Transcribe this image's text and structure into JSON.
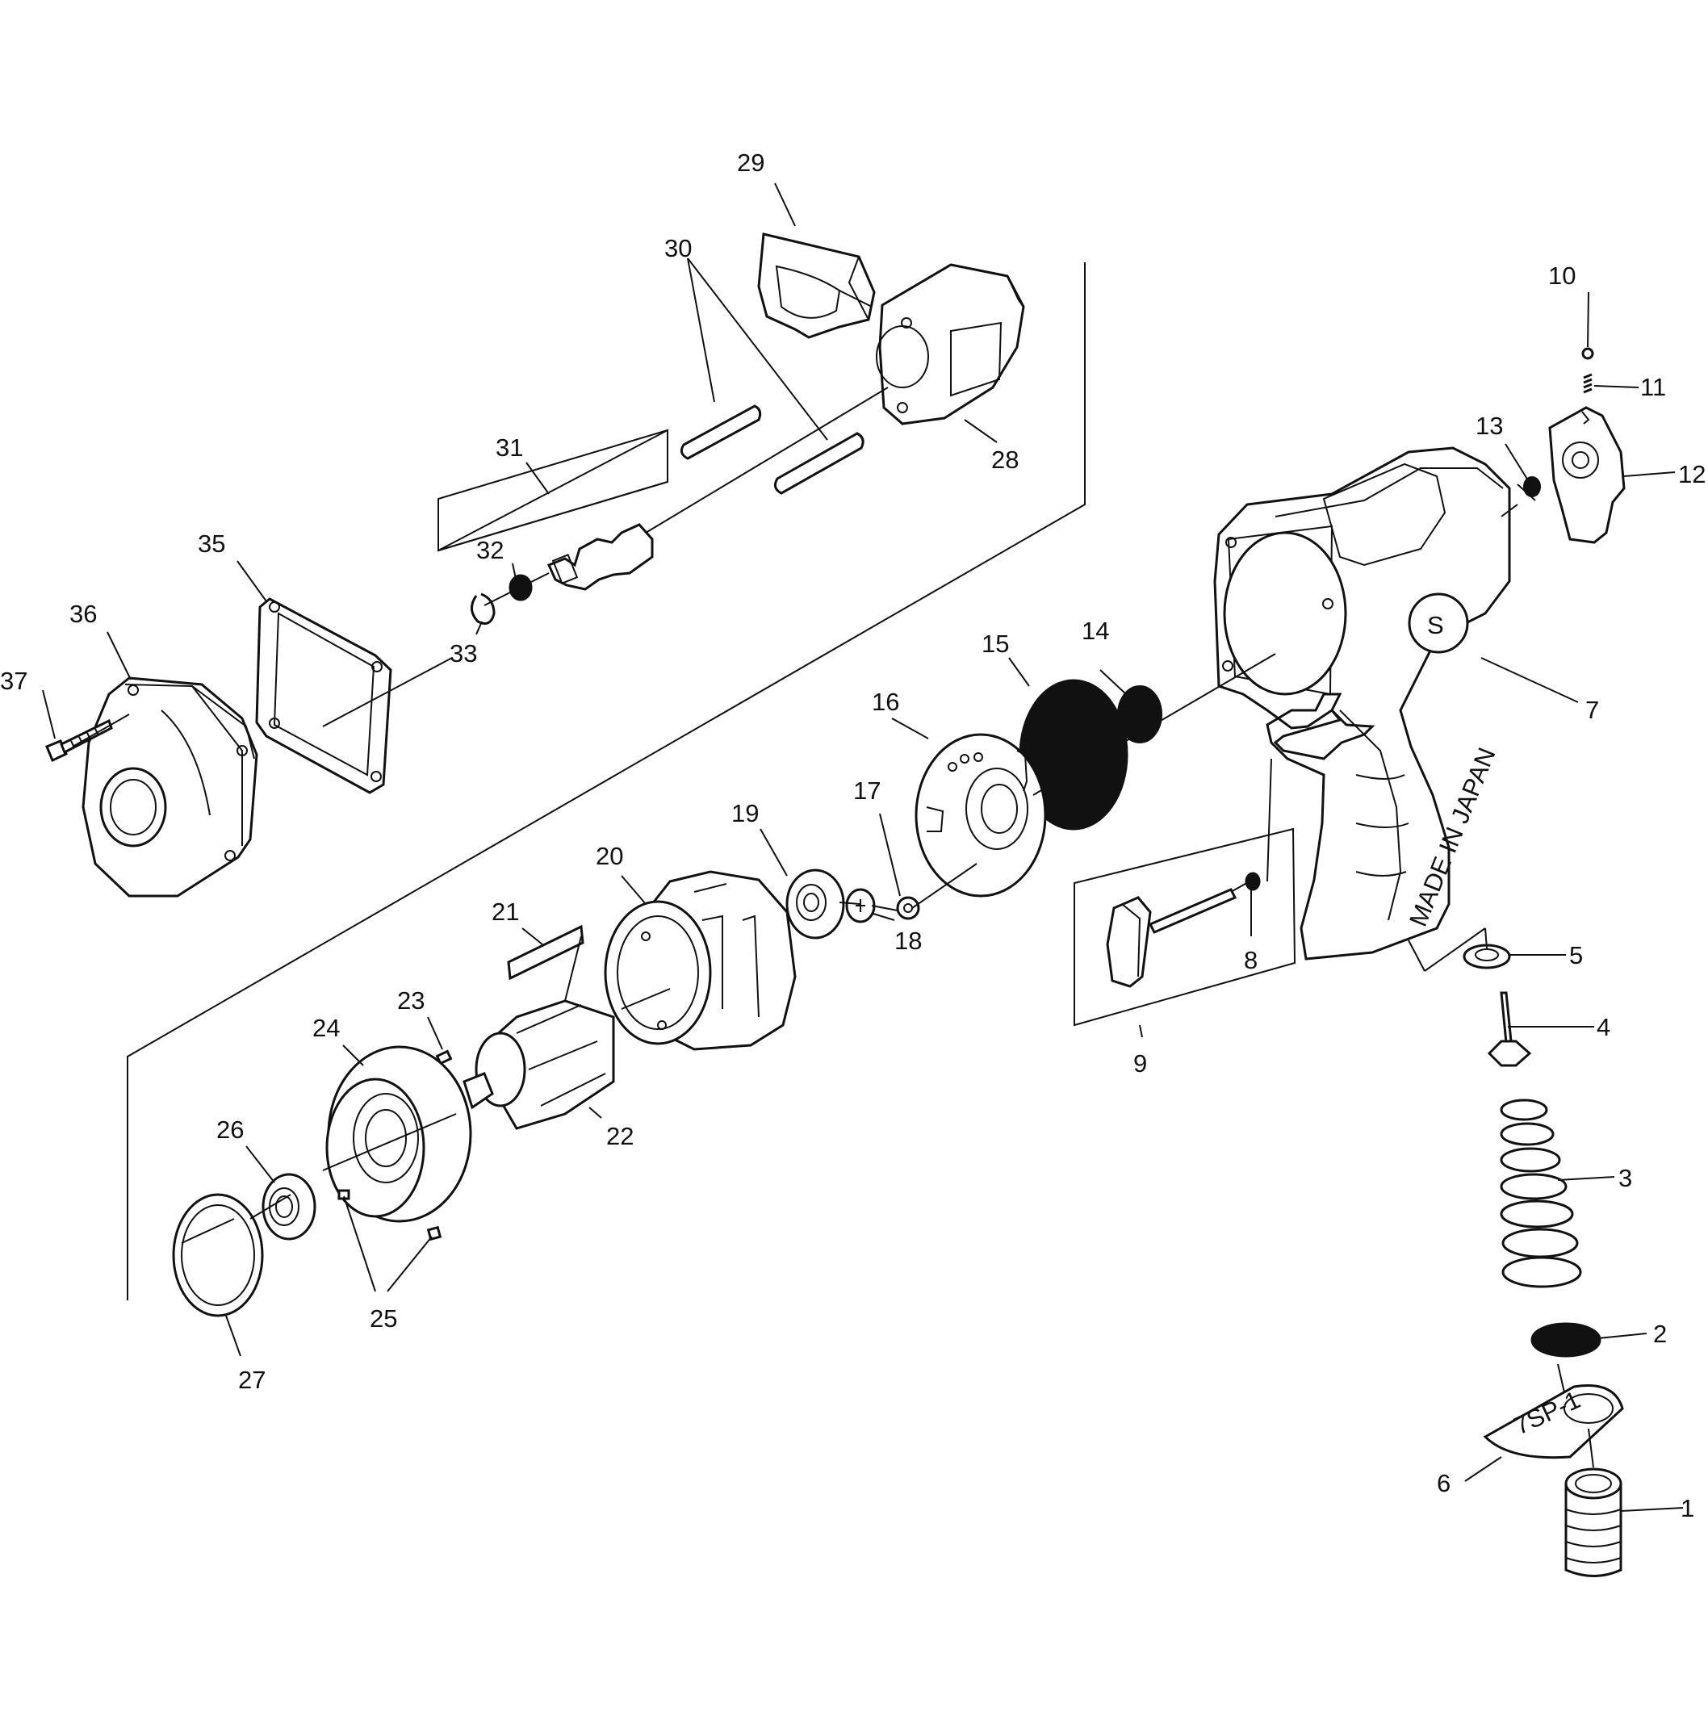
{
  "callouts": [
    "1",
    "2",
    "3",
    "4",
    "5",
    "6",
    "7",
    "8",
    "9",
    "10",
    "11",
    "12",
    "13",
    "14",
    "15",
    "16",
    "17",
    "18",
    "19",
    "20",
    "21",
    "22",
    "23",
    "24",
    "25",
    "26",
    "27",
    "28",
    "29",
    "30",
    "31",
    "32",
    "33",
    "35",
    "36",
    "37"
  ],
  "markings": {
    "handle_text": "MADE IN JAPAN",
    "brand_logo": "S",
    "plate_text": "7SP-1"
  },
  "colors": {
    "line": "#111111",
    "background": "#ffffff"
  }
}
